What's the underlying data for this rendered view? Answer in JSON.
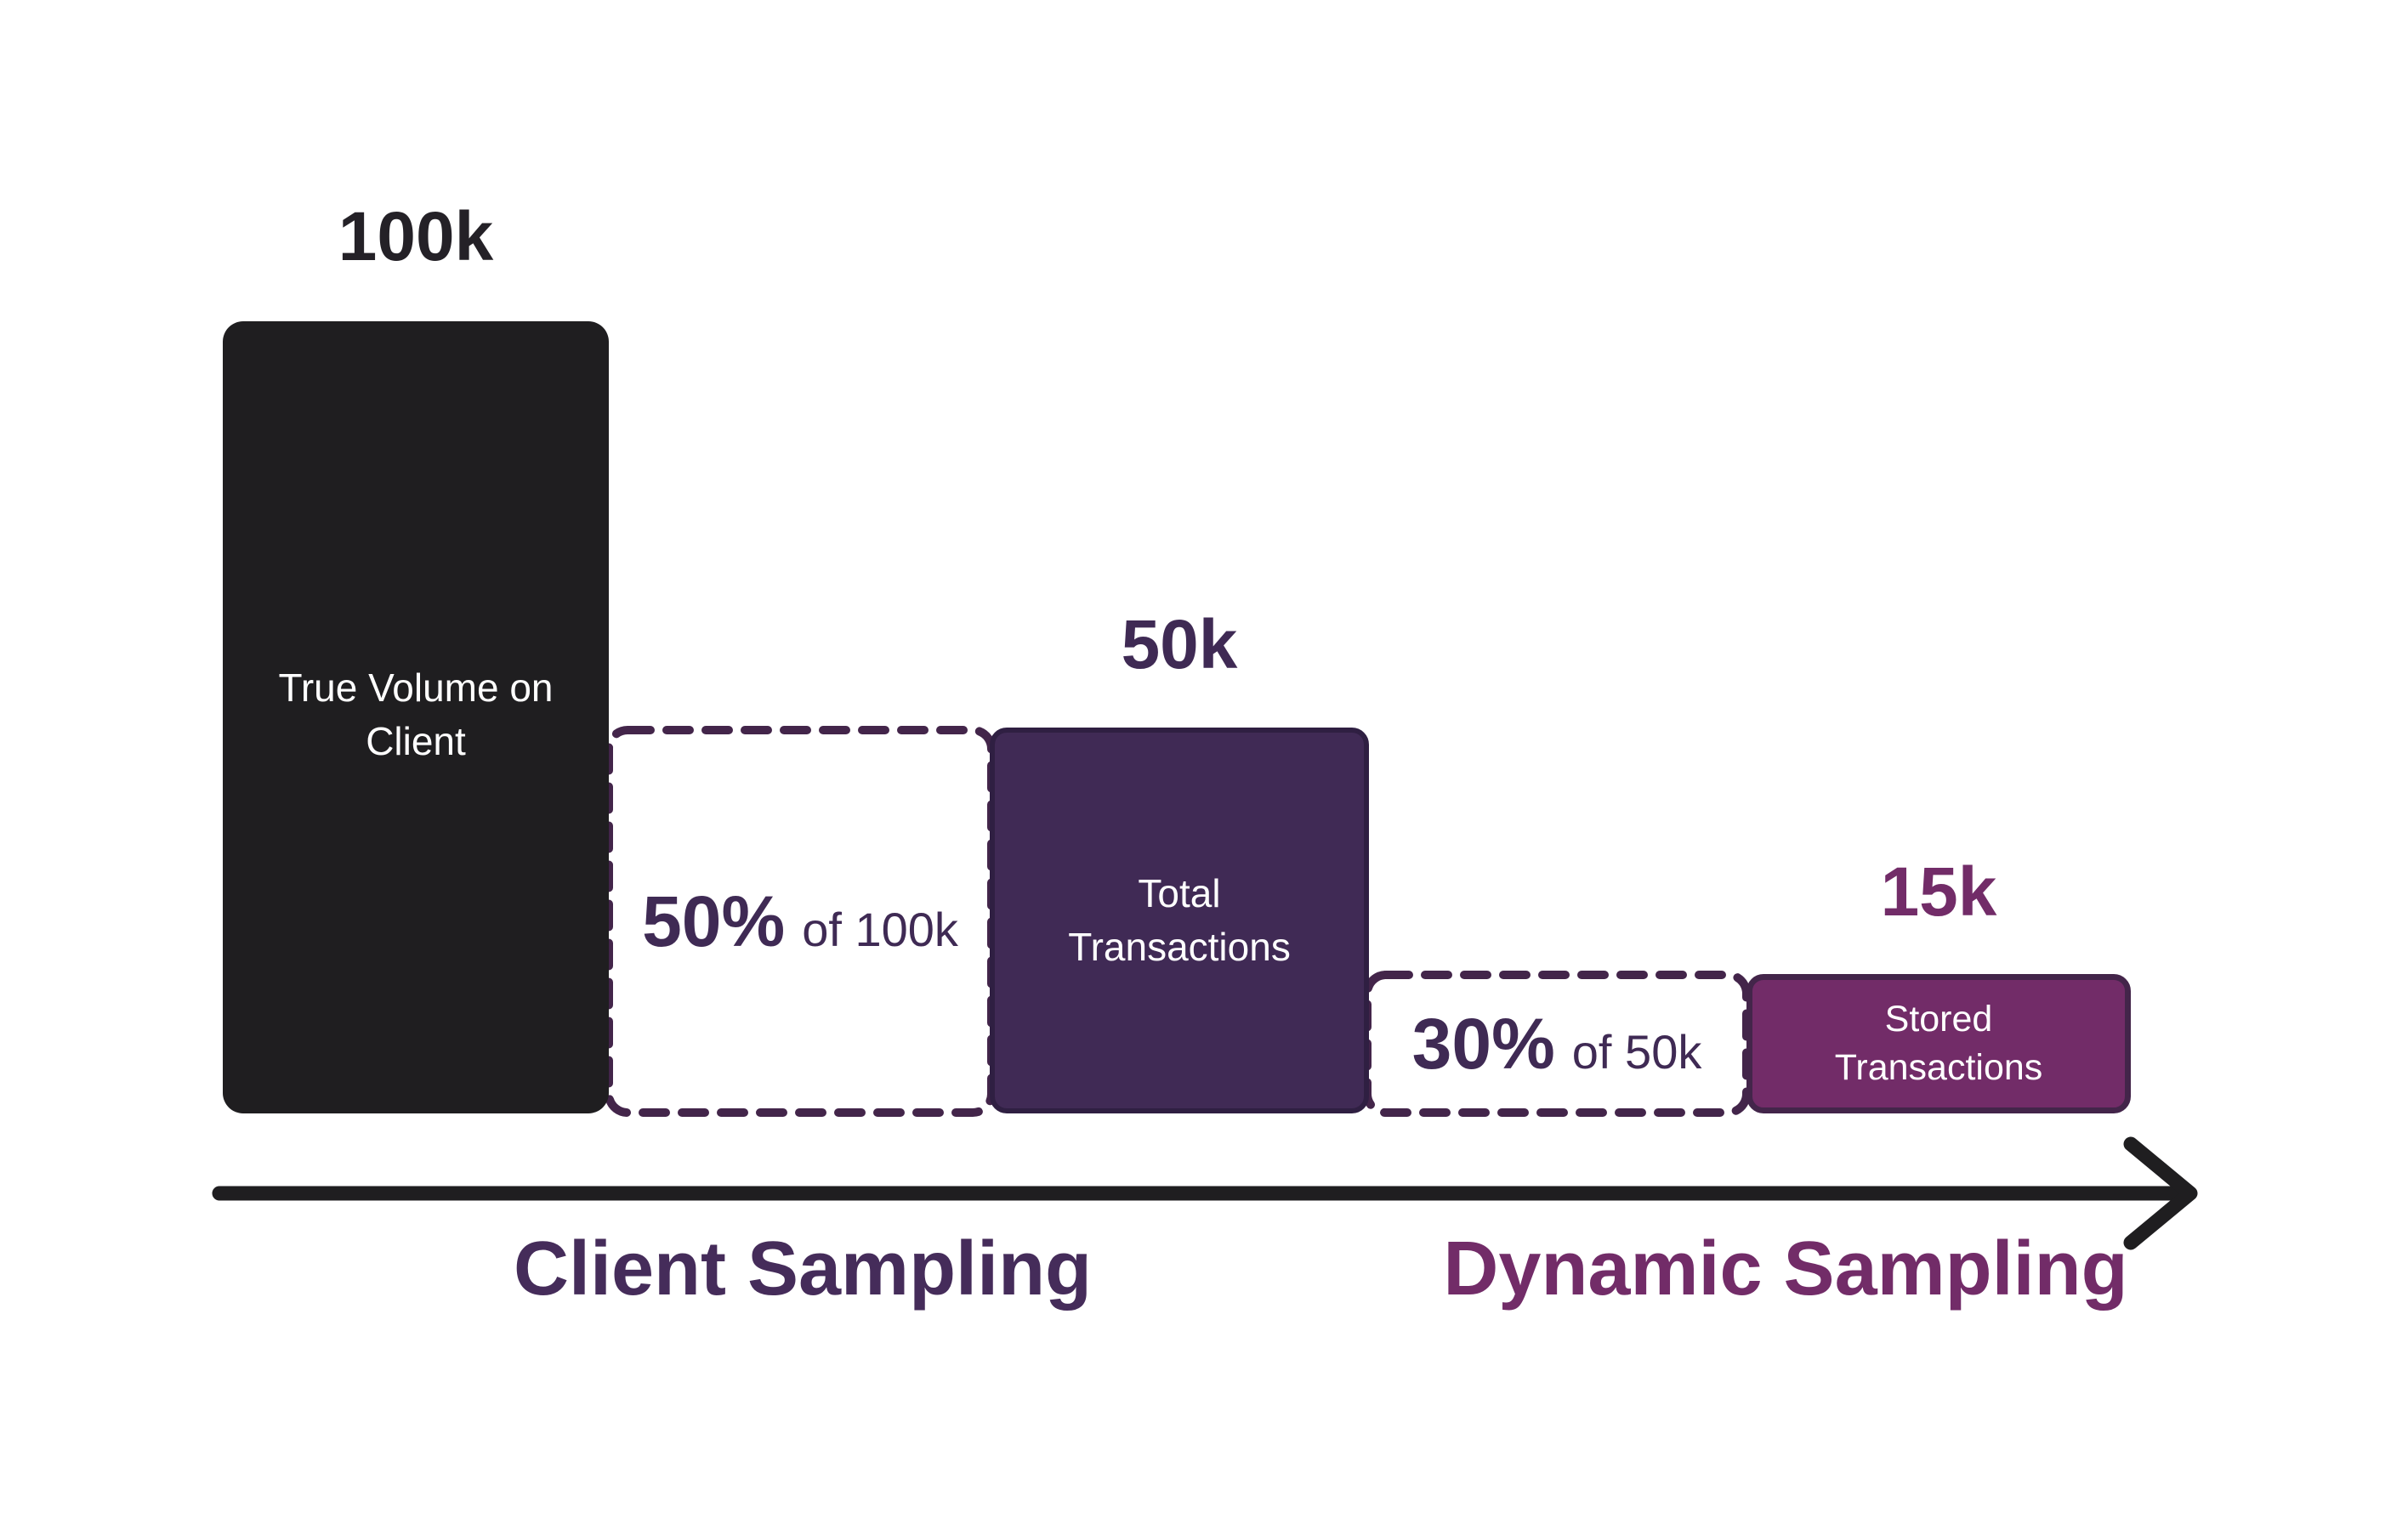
{
  "colors": {
    "background": "#ffffff",
    "near_black": "#1f1e20",
    "dark_violet": "#402a55",
    "plum": "#722c68",
    "dashed_border": "#43254a",
    "percent_text": "#3f2a54",
    "bar_text": "#ffffff",
    "arrow": "#1f1e20"
  },
  "bars": [
    {
      "id": "true-volume",
      "value": "100k",
      "label": "True Volume on Client",
      "label_lines": [
        "True Volume on",
        "Client"
      ],
      "fill": "#1f1e20"
    },
    {
      "id": "total-transactions",
      "value": "50k",
      "label": "Total Transactions",
      "label_lines": [
        "Total",
        "Transactions"
      ],
      "fill": "#402a55"
    },
    {
      "id": "stored-transactions",
      "value": "15k",
      "label": "Stored Transactions",
      "label_lines": [
        "Stored",
        "Transactions"
      ],
      "fill": "#722c68"
    }
  ],
  "sampling_steps": [
    {
      "pct": "50%",
      "of": "of 100k"
    },
    {
      "pct": "30%",
      "of": "of 50k"
    }
  ],
  "captions": [
    {
      "label": "Client Sampling",
      "color": "#452c5a"
    },
    {
      "label": "Dynamic Sampling",
      "color": "#722c68"
    }
  ],
  "chart_data": {
    "type": "bar",
    "categories": [
      "True Volume on Client",
      "Total Transactions",
      "Stored Transactions"
    ],
    "values": [
      100000,
      50000,
      15000
    ],
    "value_labels": [
      "100k",
      "50k",
      "15k"
    ],
    "annotations": [
      "50% of 100k",
      "30% of 50k"
    ],
    "stages": [
      "Client Sampling",
      "Dynamic Sampling"
    ],
    "title": "",
    "xlabel": "",
    "ylabel": "",
    "grid": false,
    "legend": false,
    "baseline_aligned": true
  }
}
